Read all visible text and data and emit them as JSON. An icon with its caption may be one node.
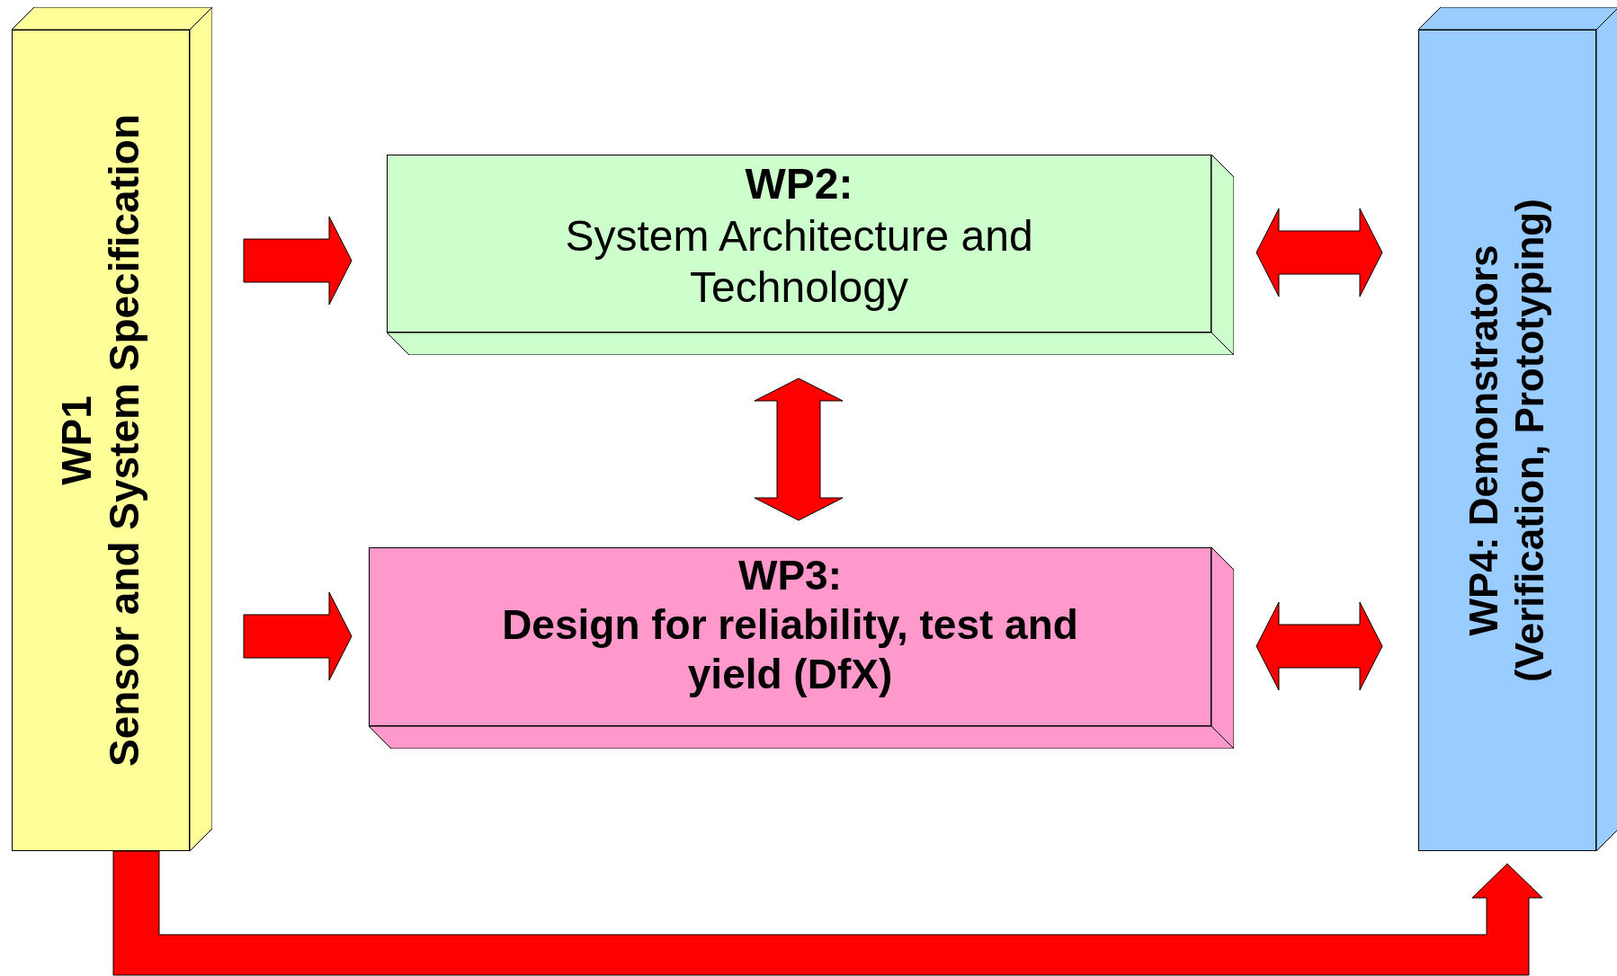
{
  "diagram": {
    "nodes": [
      {
        "text": [
          "WP1",
          "Sensor and System Specification"
        ]
      },
      {
        "text": [
          "WP2:",
          "System Architecture and Technology"
        ]
      },
      {
        "text": [
          "WP3:",
          "Design for reliability, test and yield (DfX)"
        ]
      },
      {
        "text": [
          "WP4: Demonstrators (Verification, Prototyping)"
        ]
      }
    ],
    "edges": [
      {
        "from": 0,
        "to": 1,
        "arrow": "to"
      },
      {
        "from": 0,
        "to": 2,
        "arrow": "to"
      },
      {
        "from": 1,
        "to": 2,
        "arrow": "both"
      },
      {
        "from": 1,
        "to": 3,
        "arrow": "both"
      },
      {
        "from": 2,
        "to": 3,
        "arrow": "both"
      },
      {
        "from": 0,
        "to": 3,
        "arrow": "to"
      }
    ]
  }
}
